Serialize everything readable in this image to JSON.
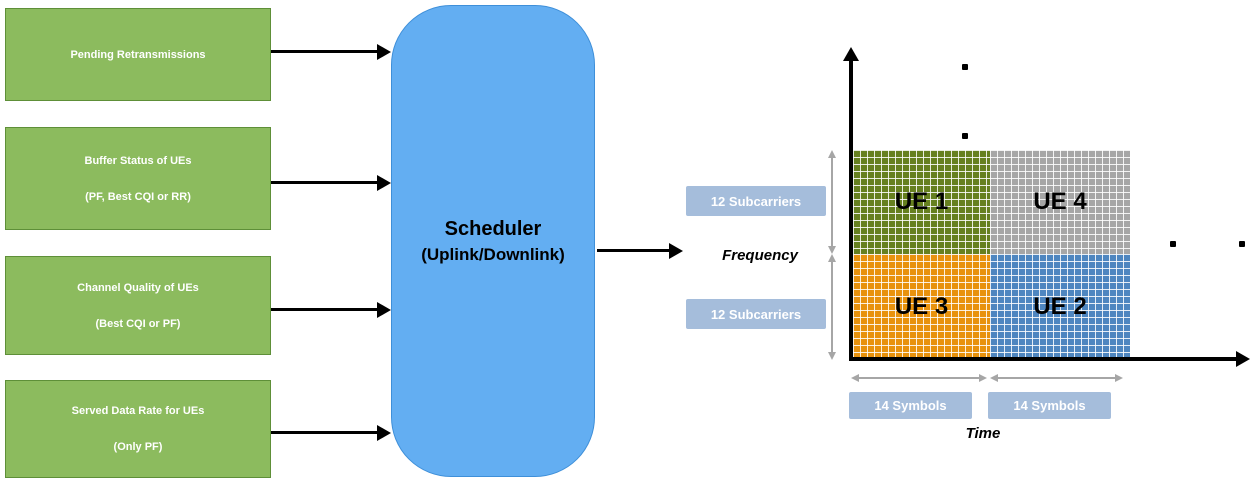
{
  "inputs": [
    {
      "title": "Pending Retransmissions",
      "subtitle": ""
    },
    {
      "title": "Buffer Status of UEs",
      "subtitle": "(PF, Best CQI or RR)"
    },
    {
      "title": "Channel Quality of UEs",
      "subtitle": "(Best CQI or PF)"
    },
    {
      "title": "Served Data Rate for UEs",
      "subtitle": "(Only PF)"
    }
  ],
  "scheduler": {
    "title": "Scheduler",
    "subtitle": "(Uplink/Downlink)"
  },
  "resource_grid": {
    "y_axis_label": "Frequency",
    "x_axis_label": "Time",
    "subcarrier_labels": [
      "12 Subcarriers",
      "12 Subcarriers"
    ],
    "symbol_labels": [
      "14 Symbols",
      "14 Symbols"
    ],
    "quadrants": [
      {
        "label": "UE 1",
        "position": "top-left",
        "color": "#66801f"
      },
      {
        "label": "UE 4",
        "position": "top-right",
        "color": "#a6a6a6"
      },
      {
        "label": "UE 3",
        "position": "bottom-left",
        "color": "#e8920d"
      },
      {
        "label": "UE 2",
        "position": "bottom-right",
        "color": "#4e86c0"
      }
    ]
  },
  "colors": {
    "input_box": "#8cbb5e",
    "input_box_border": "#5e8f38",
    "scheduler_box": "#63aef2",
    "scheduler_border": "#3e8fd9",
    "badge": "#a5bddb",
    "arrow": "#000000",
    "span_arrow": "#a6a6a6"
  }
}
